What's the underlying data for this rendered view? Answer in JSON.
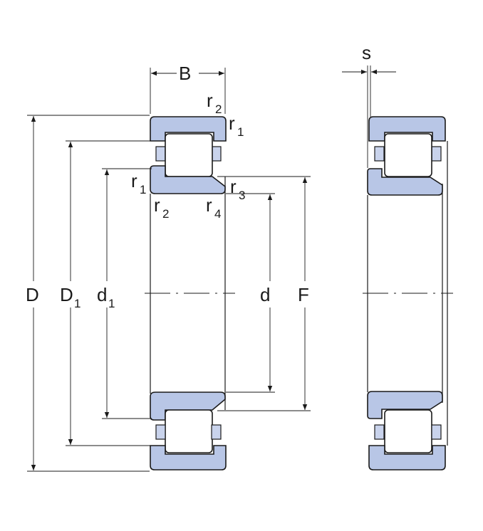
{
  "labels": {
    "B": "B",
    "s": "s",
    "D": "D",
    "D1": "D",
    "D1_sub": "1",
    "d1": "d",
    "d1_sub": "1",
    "d": "d",
    "F": "F",
    "r": "r",
    "r1_sub": "1",
    "r2_sub": "2",
    "r3_sub": "3",
    "r4_sub": "4"
  },
  "colors": {
    "ring_fill": "#b8c6e6",
    "line": "#1a1a1a",
    "background": "#ffffff"
  }
}
